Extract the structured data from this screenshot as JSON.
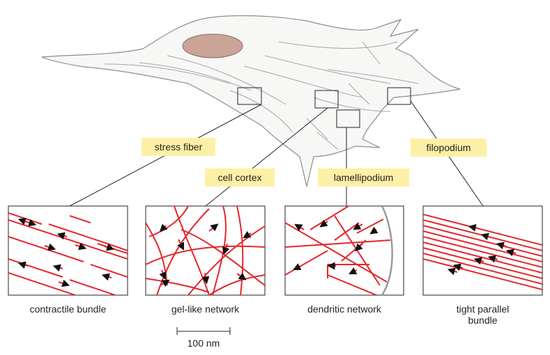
{
  "callouts": {
    "stress_fiber": "stress fiber",
    "cell_cortex": "cell cortex",
    "lamellipodium": "lamellipodium",
    "filopodium": "filopodium"
  },
  "panels": [
    {
      "id": "contractile",
      "caption": "contractile bundle"
    },
    {
      "id": "gel",
      "caption": "gel-like network"
    },
    {
      "id": "dendritic",
      "caption": "dendritic network"
    },
    {
      "id": "tight",
      "caption": "tight parallel\nbundle"
    }
  ],
  "scale_bar": {
    "label": "100 nm"
  },
  "colors": {
    "filament": "#e4262c",
    "arrowhead": "#111111",
    "callout_bg": "#fdf0a6",
    "nucleus": "#c9a497",
    "cell_fill": "#f7f7f6",
    "membrane_edge": "#9a9a9a"
  }
}
